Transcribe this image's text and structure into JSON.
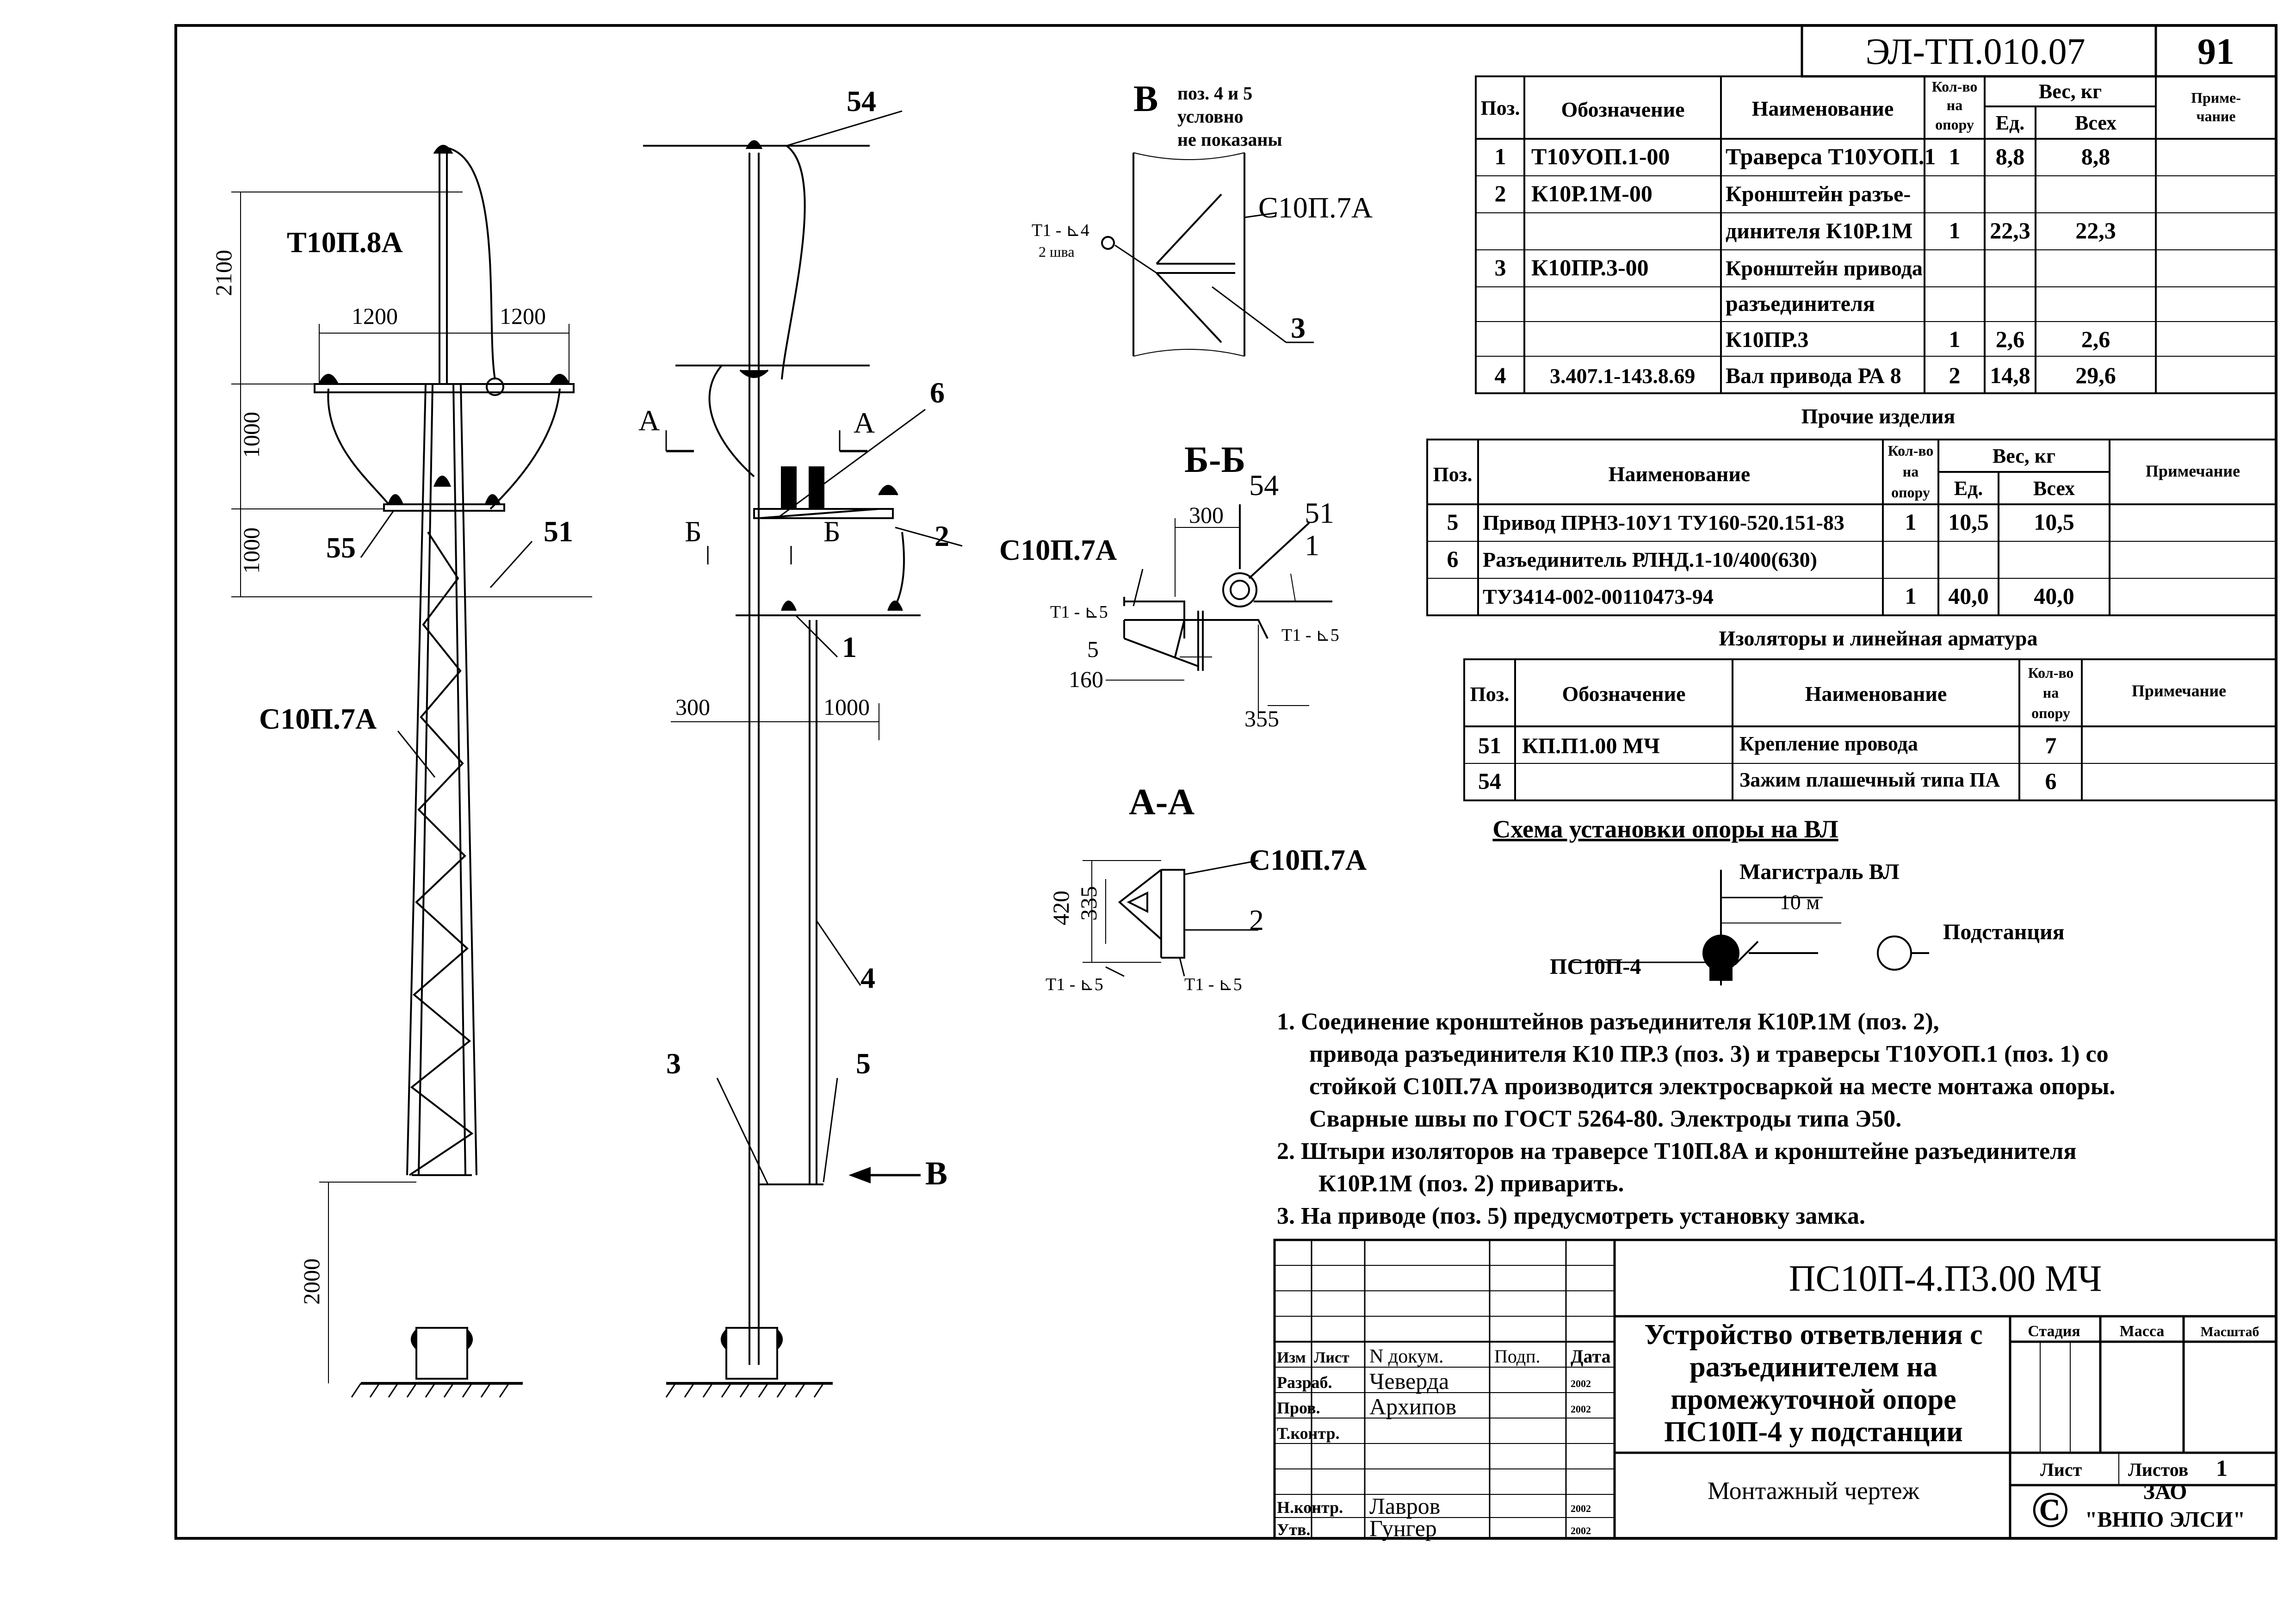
{
  "header": {
    "code": "ЭЛ-ТП.010.07",
    "page": "91"
  },
  "drawing": {
    "left_pole": {
      "traverse": "Т10П.8А",
      "pole": "С10П.7А",
      "dims": {
        "h2100": "2100",
        "h1000a": "1000",
        "h1000b": "1000",
        "h2000": "2000",
        "w1200l": "1200",
        "w1200r": "1200"
      },
      "tags": {
        "p55": "55",
        "p51": "51"
      }
    },
    "right_pole": {
      "tags": {
        "p54": "54",
        "p6": "6",
        "p2": "2",
        "p1": "1",
        "p4": "4",
        "p3": "3",
        "p5": "5"
      },
      "sections": {
        "A1": "А",
        "A2": "А",
        "B1": "Б",
        "B2": "Б"
      },
      "dims": {
        "d300": "300",
        "d1000": "1000"
      },
      "view_arrow": "В"
    },
    "view_v": {
      "title": "В",
      "note_l1": "поз. 4 и 5",
      "note_l2": "условно",
      "note_l3": "не показаны",
      "pole": "С10П.7А",
      "weld": "Т1 - ⊾4",
      "weld2": "2 шва",
      "tag": "3"
    },
    "section_bb": {
      "title": "Б-Б",
      "pole": "С10П.7А",
      "tag54": "54",
      "tag51": "51",
      "tag1": "1",
      "weld_l": "Т1 - ⊾5",
      "weld_r": "Т1 - ⊾5",
      "d300": "300",
      "d5": "5",
      "d160": "160",
      "d355": "355"
    },
    "section_aa": {
      "title": "А-А",
      "pole": "С10П.7А",
      "tag2": "2",
      "d420": "420",
      "d335": "335",
      "weld_l": "Т1 - ⊾5",
      "weld_r": "Т1 - ⊾5"
    }
  },
  "spec_table": {
    "headers": {
      "pos": "Поз.",
      "designation": "Обозначение",
      "name": "Наименование",
      "qty": [
        "Кол-во",
        "на",
        "опору"
      ],
      "weight": "Вес, кг",
      "unit": "Ед.",
      "total": "Всех",
      "note": [
        "Приме-",
        "чание"
      ]
    },
    "rows": [
      {
        "pos": "1",
        "designation": "Т10УОП.1-00",
        "name": "Траверса Т10УОП.1",
        "qty": "1",
        "unit": "8,8",
        "total": "8,8"
      },
      {
        "pos": "2",
        "designation": "К10Р.1М-00",
        "name": "Кронштейн разъе-",
        "qty": "",
        "unit": "",
        "total": ""
      },
      {
        "pos": "",
        "designation": "",
        "name": "динителя К10Р.1М",
        "qty": "1",
        "unit": "22,3",
        "total": "22,3"
      },
      {
        "pos": "3",
        "designation": "К10ПР.3-00",
        "name": "Кронштейн привода",
        "qty": "",
        "unit": "",
        "total": ""
      },
      {
        "pos": "",
        "designation": "",
        "name": "разъединителя",
        "qty": "",
        "unit": "",
        "total": ""
      },
      {
        "pos": "",
        "designation": "",
        "name": "К10ПР.3",
        "qty": "1",
        "unit": "2,6",
        "total": "2,6"
      },
      {
        "pos": "4",
        "designation": "3.407.1-143.8.69",
        "name": "Вал привода РА 8",
        "qty": "2",
        "unit": "14,8",
        "total": "29,6"
      }
    ]
  },
  "other_table": {
    "title": "Прочие изделия",
    "headers": {
      "pos": "Поз.",
      "name": "Наименование",
      "qty": [
        "Кол-во",
        "на",
        "опору"
      ],
      "weight": "Вес, кг",
      "unit": "Ед.",
      "total": "Всех",
      "note": "Примечание"
    },
    "rows": [
      {
        "pos": "5",
        "name": "Привод ПРНЗ-10У1 ТУ160-520.151-83",
        "qty": "1",
        "unit": "10,5",
        "total": "10,5"
      },
      {
        "pos": "6",
        "name": "Разъединитель РЛНД.1-10/400(630)",
        "qty": "",
        "unit": "",
        "total": ""
      },
      {
        "pos": "",
        "name": "ТУ3414-002-00110473-94",
        "qty": "1",
        "unit": "40,0",
        "total": "40,0"
      }
    ]
  },
  "insul_table": {
    "title": "Изоляторы и линейная арматура",
    "headers": {
      "pos": "Поз.",
      "designation": "Обозначение",
      "name": "Наименование",
      "qty": [
        "Кол-во",
        "на",
        "опору"
      ],
      "note": "Примечание"
    },
    "rows": [
      {
        "pos": "51",
        "designation": "КП.П1.00 МЧ",
        "name": "Крепление провода",
        "qty": "7"
      },
      {
        "pos": "54",
        "designation": "",
        "name": "Зажим плашечный типа ПА",
        "qty": "6"
      }
    ]
  },
  "scheme": {
    "title": "Схема установки опоры на ВЛ",
    "main_line": "Магистраль ВЛ",
    "distance": "10 м",
    "substation": "Подстанция",
    "pole": "ПС10П-4"
  },
  "notes": [
    "1. Соединение кронштейнов разъединителя К10Р.1М (поз. 2),",
    "привода разъединителя  К10 ПР.3 (поз. 3) и траверсы Т10УОП.1 (поз. 1) со",
    "стойкой С10П.7А производится электросваркой на месте монтажа опоры.",
    "Сварные швы по ГОСТ 5264-80. Электроды типа Э50.",
    "2. Штыри изоляторов на  траверсе Т10П.8А и кронштейне разъединителя",
    "К10Р.1М  (поз. 2) приварить.",
    "3. На приводе (поз. 5) предусмотреть установку замка."
  ],
  "title_block": {
    "doc_code": "ПС10П-4.П3.00 МЧ",
    "title_lines": [
      "Устройство ответвления с",
      "разъединителем на",
      "промежуточной опоре",
      "ПС10П-4 у подстанции"
    ],
    "drawing_type": "Монтажный чертеж",
    "col_heads": {
      "izm": "Изм",
      "list": "Лист",
      "ndoc": "N докум.",
      "podp": "Подп.",
      "data": "Дата"
    },
    "roles": [
      {
        "role": "Разраб.",
        "name": "Чеверда",
        "date": "2002"
      },
      {
        "role": "Пров.",
        "name": "Архипов",
        "date": "2002"
      },
      {
        "role": "Т.контр.",
        "name": "",
        "date": ""
      },
      {
        "role": "",
        "name": "",
        "date": ""
      },
      {
        "role": "Н.контр.",
        "name": "Лавров",
        "date": "2002"
      },
      {
        "role": "Утв.",
        "name": "Гунгер",
        "date": "2002"
      }
    ],
    "stadia": "Стадия",
    "massa": "Масса",
    "masshtab": "Масштаб",
    "list": "Лист",
    "listov": "Листов",
    "listov_val": "1",
    "company": [
      "ЗАО",
      "\"ВНПО ЭЛСИ\""
    ],
    "copyright": "©"
  }
}
